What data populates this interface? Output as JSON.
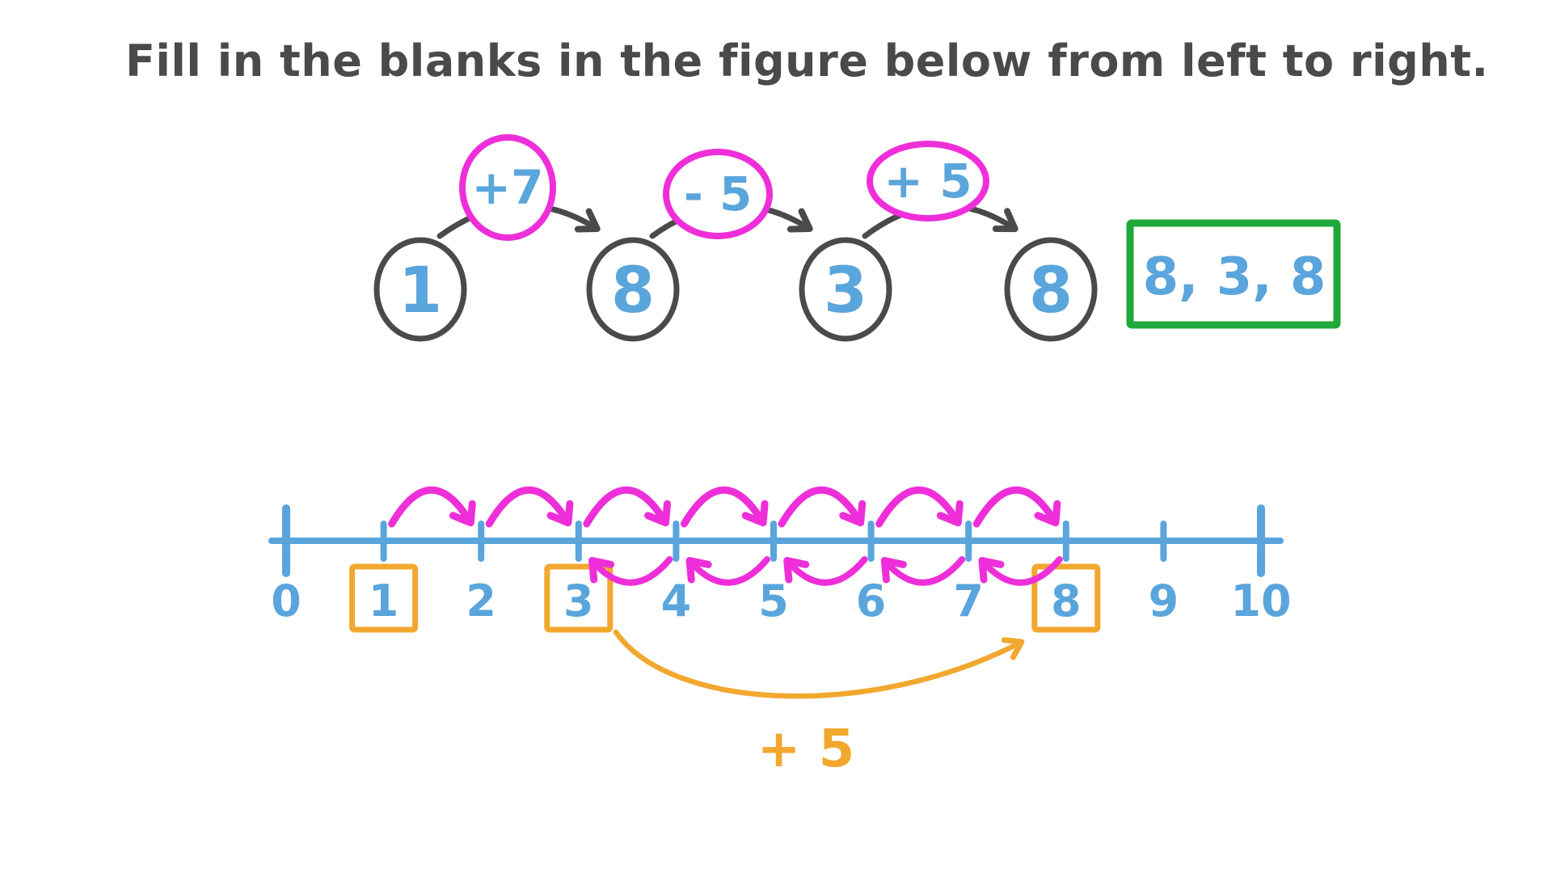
{
  "title": "Fill in the blanks in the figure below from left to right.",
  "colors": {
    "ink": "#4a4a4a",
    "blue": "#5aa5dc",
    "magenta": "#ee2fd9",
    "orange": "#f2a72e",
    "green": "#1fa83a",
    "background": "#ffffff"
  },
  "sequence_chain": {
    "nodes": [
      {
        "value": "1",
        "given": true
      },
      {
        "value": "8",
        "given": false
      },
      {
        "value": "3",
        "given": false
      },
      {
        "value": "8",
        "given": false
      }
    ],
    "operations": [
      {
        "label": "+7"
      },
      {
        "label": "- 5"
      },
      {
        "label": "+ 5"
      }
    ]
  },
  "answer_box": {
    "text": "8, 3, 8"
  },
  "number_line": {
    "min": 0,
    "max": 10,
    "tick_labels": [
      "0",
      "1",
      "2",
      "3",
      "4",
      "5",
      "6",
      "7",
      "8",
      "9",
      "10"
    ],
    "boxed_values": [
      1,
      3,
      8
    ],
    "forward_hops": {
      "from": 1,
      "to": 8,
      "count": 7
    },
    "backward_hops": {
      "from": 8,
      "to": 3,
      "count": 5
    },
    "jump": {
      "from": 3,
      "to": 8,
      "label": "+ 5"
    }
  }
}
